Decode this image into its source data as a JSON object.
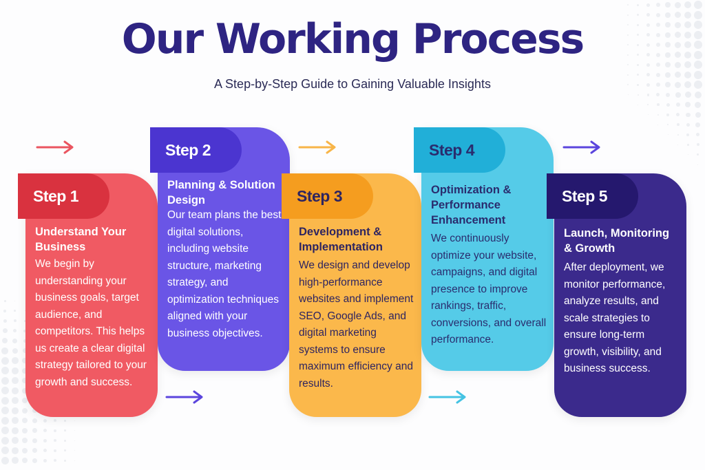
{
  "header": {
    "title": "Our Working Process",
    "subtitle": "A Step-by-Step Guide to Gaining Valuable Insights"
  },
  "steps": [
    {
      "label": "Step 1",
      "title": "Understand Your Business",
      "body": "We begin by understanding your business goals, target audience, and competitors. This helps us create a clear digital strategy tailored to your growth and success.",
      "color": "#f05a63",
      "tab_color": "#d9323f",
      "text_color": "#ffffff"
    },
    {
      "label": "Step 2",
      "title": "Planning & Solution Design",
      "body": "Our team plans the best digital solutions, including website structure, marketing strategy, and optimization techniques aligned with your business objectives.",
      "color": "#6a55e6",
      "tab_color": "#4b35d0",
      "text_color": "#ffffff"
    },
    {
      "label": "Step 3",
      "title": "Development & Implementation",
      "body": "We design and develop high-performance websites and implement SEO, Google Ads, and digital marketing systems to ensure maximum efficiency and results.",
      "color": "#fbb84b",
      "tab_color": "#f59d1f",
      "text_color": "#2e2460"
    },
    {
      "label": "Step 4",
      "title": "Optimization & Performance Enhancement",
      "body": "We continuously optimize your website, campaigns, and digital presence to improve rankings, traffic, conversions, and overall performance.",
      "color": "#55cbe8",
      "tab_color": "#21afd8",
      "text_color": "#2a2c6e"
    },
    {
      "label": "Step 5",
      "title": "Launch, Monitoring & Growth",
      "body": "After deployment, we monitor performance, analyze results, and scale strategies to ensure long-term growth, visibility, and business success.",
      "color": "#3b2a8c",
      "tab_color": "#25186e",
      "text_color": "#ffffff"
    }
  ],
  "arrows": [
    {
      "color": "#ea5560"
    },
    {
      "color": "#5b45dd"
    },
    {
      "color": "#f8b548"
    },
    {
      "color": "#45c3e3"
    },
    {
      "color": "#5b45dd"
    }
  ]
}
